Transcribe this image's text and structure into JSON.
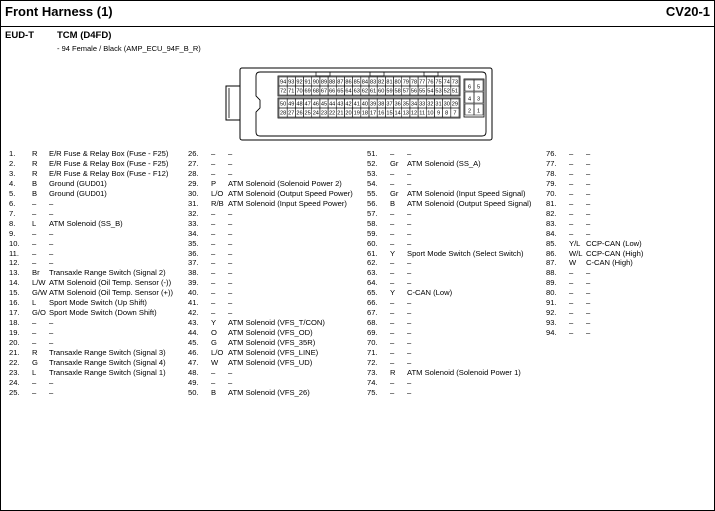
{
  "header": {
    "title": "Front Harness (1)",
    "code": "CV20-1"
  },
  "section": {
    "label": "EUD-T",
    "component": "TCM (D4FD)",
    "subtitle": "- 94 Female / Black (AMP_ECU_94F_B_R)"
  },
  "connector": {
    "row1": [
      "94",
      "93",
      "92",
      "91",
      "90",
      "89",
      "88",
      "87",
      "86",
      "85",
      "84",
      "83",
      "82",
      "81",
      "80",
      "79",
      "78",
      "77",
      "76",
      "75",
      "74",
      "73"
    ],
    "row2": [
      "72",
      "71",
      "70",
      "69",
      "68",
      "67",
      "66",
      "65",
      "64",
      "63",
      "62",
      "61",
      "60",
      "59",
      "58",
      "57",
      "56",
      "55",
      "54",
      "53",
      "52",
      "51"
    ],
    "row3": [
      "50",
      "49",
      "48",
      "47",
      "46",
      "45",
      "44",
      "43",
      "42",
      "41",
      "40",
      "39",
      "38",
      "37",
      "36",
      "35",
      "34",
      "33",
      "32",
      "31",
      "30",
      "29"
    ],
    "row4": [
      "28",
      "27",
      "26",
      "25",
      "24",
      "23",
      "22",
      "21",
      "20",
      "19",
      "18",
      "17",
      "16",
      "15",
      "14",
      "13",
      "12",
      "11",
      "10",
      "9",
      "8",
      "7"
    ],
    "side": [
      "6",
      "5",
      "4",
      "3",
      "2",
      "1"
    ]
  },
  "pins": [
    [
      {
        "n": "1.",
        "c": "R",
        "d": "E/R Fuse & Relay Box (Fuse - F25)"
      },
      {
        "n": "2.",
        "c": "R",
        "d": "E/R Fuse & Relay Box (Fuse - F25)"
      },
      {
        "n": "3.",
        "c": "R",
        "d": "E/R Fuse & Relay Box (Fuse - F12)"
      },
      {
        "n": "4.",
        "c": "B",
        "d": "Ground (GUD01)"
      },
      {
        "n": "5.",
        "c": "B",
        "d": "Ground (GUD01)"
      },
      {
        "n": "6.",
        "c": "–",
        "d": "–"
      },
      {
        "n": "7.",
        "c": "–",
        "d": "–"
      },
      {
        "n": "8.",
        "c": "L",
        "d": "ATM Solenoid (SS_B)"
      },
      {
        "n": "9.",
        "c": "–",
        "d": "–"
      },
      {
        "n": "10.",
        "c": "–",
        "d": "–"
      },
      {
        "n": "11.",
        "c": "–",
        "d": "–"
      },
      {
        "n": "12.",
        "c": "–",
        "d": "–"
      },
      {
        "n": "13.",
        "c": "Br",
        "d": "Transaxle Range Switch (Signal 2)"
      },
      {
        "n": "14.",
        "c": "L/W",
        "d": "ATM Solenoid (Oil Temp. Sensor (-))"
      },
      {
        "n": "15.",
        "c": "G/W",
        "d": "ATM Solenoid (Oil Temp. Sensor (+))"
      },
      {
        "n": "16.",
        "c": "L",
        "d": "Sport Mode Switch (Up Shift)"
      },
      {
        "n": "17.",
        "c": "G/O",
        "d": "Sport Mode Switch (Down Shift)"
      },
      {
        "n": "18.",
        "c": "–",
        "d": "–"
      },
      {
        "n": "19.",
        "c": "–",
        "d": "–"
      },
      {
        "n": "20.",
        "c": "–",
        "d": "–"
      },
      {
        "n": "21.",
        "c": "R",
        "d": "Transaxle Range Switch (Signal 3)"
      },
      {
        "n": "22.",
        "c": "G",
        "d": "Transaxle Range Switch (Signal 4)"
      },
      {
        "n": "23.",
        "c": "L",
        "d": "Transaxle Range Switch (Signal 1)"
      },
      {
        "n": "24.",
        "c": "–",
        "d": "–"
      },
      {
        "n": "25.",
        "c": "–",
        "d": "–"
      }
    ],
    [
      {
        "n": "26.",
        "c": "–",
        "d": "–"
      },
      {
        "n": "27.",
        "c": "–",
        "d": "–"
      },
      {
        "n": "28.",
        "c": "–",
        "d": "–"
      },
      {
        "n": "29.",
        "c": "P",
        "d": "ATM Solenoid (Solenoid Power 2)"
      },
      {
        "n": "30.",
        "c": "L/O",
        "d": "ATM Solenoid (Output Speed Power)"
      },
      {
        "n": "31.",
        "c": "R/B",
        "d": "ATM Solenoid (Input Speed Power)"
      },
      {
        "n": "32.",
        "c": "–",
        "d": "–"
      },
      {
        "n": "33.",
        "c": "–",
        "d": "–"
      },
      {
        "n": "34.",
        "c": "–",
        "d": "–"
      },
      {
        "n": "35.",
        "c": "–",
        "d": "–"
      },
      {
        "n": "36.",
        "c": "–",
        "d": "–"
      },
      {
        "n": "37.",
        "c": "–",
        "d": "–"
      },
      {
        "n": "38.",
        "c": "–",
        "d": "–"
      },
      {
        "n": "39.",
        "c": "–",
        "d": "–"
      },
      {
        "n": "40.",
        "c": "–",
        "d": "–"
      },
      {
        "n": "41.",
        "c": "–",
        "d": "–"
      },
      {
        "n": "42.",
        "c": "–",
        "d": "–"
      },
      {
        "n": "43.",
        "c": "Y",
        "d": "ATM Solenoid (VFS_T/CON)"
      },
      {
        "n": "44.",
        "c": "O",
        "d": "ATM Solenoid (VFS_OD)"
      },
      {
        "n": "45.",
        "c": "G",
        "d": "ATM Solenoid (VFS_35R)"
      },
      {
        "n": "46.",
        "c": "L/O",
        "d": "ATM Solenoid (VFS_LINE)"
      },
      {
        "n": "47.",
        "c": "W",
        "d": "ATM Solenoid (VFS_UD)"
      },
      {
        "n": "48.",
        "c": "–",
        "d": "–"
      },
      {
        "n": "49.",
        "c": "–",
        "d": "–"
      },
      {
        "n": "50.",
        "c": "B",
        "d": "ATM Solenoid (VFS_26)"
      }
    ],
    [
      {
        "n": "51.",
        "c": "–",
        "d": "–"
      },
      {
        "n": "52.",
        "c": "Gr",
        "d": "ATM Solenoid (SS_A)"
      },
      {
        "n": "53.",
        "c": "–",
        "d": "–"
      },
      {
        "n": "54.",
        "c": "–",
        "d": "–"
      },
      {
        "n": "55.",
        "c": "Gr",
        "d": "ATM Solenoid (Input Speed Signal)"
      },
      {
        "n": "56.",
        "c": "B",
        "d": "ATM Solenoid (Output Speed Signal)"
      },
      {
        "n": "57.",
        "c": "–",
        "d": "–"
      },
      {
        "n": "58.",
        "c": "–",
        "d": "–"
      },
      {
        "n": "59.",
        "c": "–",
        "d": "–"
      },
      {
        "n": "60.",
        "c": "–",
        "d": "–"
      },
      {
        "n": "61.",
        "c": "Y",
        "d": "Sport Mode Switch (Select Switch)"
      },
      {
        "n": "62.",
        "c": "–",
        "d": "–"
      },
      {
        "n": "63.",
        "c": "–",
        "d": "–"
      },
      {
        "n": "64.",
        "c": "–",
        "d": "–"
      },
      {
        "n": "65.",
        "c": "Y",
        "d": "C-CAN (Low)"
      },
      {
        "n": "66.",
        "c": "–",
        "d": "–"
      },
      {
        "n": "67.",
        "c": "–",
        "d": "–"
      },
      {
        "n": "68.",
        "c": "–",
        "d": "–"
      },
      {
        "n": "69.",
        "c": "–",
        "d": "–"
      },
      {
        "n": "70.",
        "c": "–",
        "d": "–"
      },
      {
        "n": "71.",
        "c": "–",
        "d": "–"
      },
      {
        "n": "72.",
        "c": "–",
        "d": "–"
      },
      {
        "n": "73.",
        "c": "R",
        "d": "ATM Solenoid (Solenoid Power 1)"
      },
      {
        "n": "74.",
        "c": "–",
        "d": "–"
      },
      {
        "n": "75.",
        "c": "–",
        "d": "–"
      }
    ],
    [
      {
        "n": "76.",
        "c": "–",
        "d": "–"
      },
      {
        "n": "77.",
        "c": "–",
        "d": "–"
      },
      {
        "n": "78.",
        "c": "–",
        "d": "–"
      },
      {
        "n": "79.",
        "c": "–",
        "d": "–"
      },
      {
        "n": "70.",
        "c": "–",
        "d": "–"
      },
      {
        "n": "81.",
        "c": "–",
        "d": "–"
      },
      {
        "n": "82.",
        "c": "–",
        "d": "–"
      },
      {
        "n": "83.",
        "c": "–",
        "d": "–"
      },
      {
        "n": "84.",
        "c": "–",
        "d": "–"
      },
      {
        "n": "85.",
        "c": "Y/L",
        "d": "CCP-CAN (Low)"
      },
      {
        "n": "86.",
        "c": "W/L",
        "d": "CCP-CAN (High)"
      },
      {
        "n": "87.",
        "c": "W",
        "d": "C-CAN (High)"
      },
      {
        "n": "88.",
        "c": "–",
        "d": "–"
      },
      {
        "n": "89.",
        "c": "–",
        "d": "–"
      },
      {
        "n": "80.",
        "c": "–",
        "d": "–"
      },
      {
        "n": "91.",
        "c": "–",
        "d": "–"
      },
      {
        "n": "92.",
        "c": "–",
        "d": "–"
      },
      {
        "n": "93.",
        "c": "–",
        "d": "–"
      },
      {
        "n": "94.",
        "c": "–",
        "d": "–"
      }
    ]
  ]
}
